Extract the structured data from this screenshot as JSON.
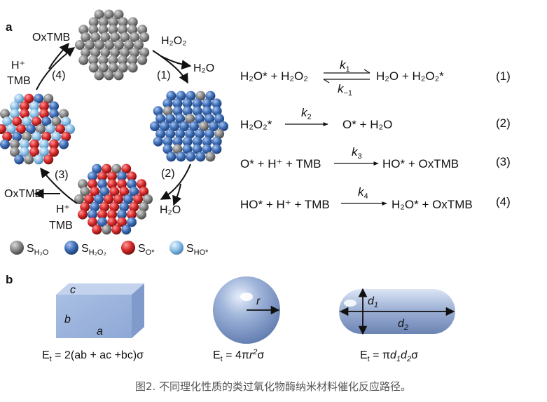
{
  "panels": {
    "a": "a",
    "b": "b"
  },
  "cycle": {
    "step1": {
      "number": "(1)",
      "reactant": "H₂O₂",
      "product": "H₂O"
    },
    "step2": {
      "number": "(2)",
      "product": "H₂O"
    },
    "step3": {
      "number": "(3)",
      "reactant_top": "H⁺",
      "reactant_bottom": "TMB",
      "product": "OxTMB"
    },
    "step4": {
      "number": "(4)",
      "reactant_top": "H⁺",
      "reactant_bottom": "TMB",
      "product": "OxTMB"
    }
  },
  "legend": [
    {
      "label": "S",
      "sub": "H₂O",
      "color": "#8a8a8a"
    },
    {
      "label": "S",
      "sub": "H₂O₂",
      "color": "#3f6fb8"
    },
    {
      "label": "S",
      "sub": "O*",
      "color": "#d92b2b"
    },
    {
      "label": "S",
      "sub": "HO*",
      "color": "#8fc3e8"
    }
  ],
  "equations": [
    {
      "left": "H₂O* + H₂O₂",
      "k_forward": "k",
      "k_forward_sub": "1",
      "k_reverse": "k",
      "k_reverse_sub": "−1",
      "right": "H₂O + H₂O₂*",
      "number": "(1)"
    },
    {
      "left": "H₂O₂*",
      "k_forward": "k",
      "k_forward_sub": "2",
      "right": "O* + H₂O",
      "number": "(2)"
    },
    {
      "left": "O* + H⁺ + TMB",
      "k_forward": "k",
      "k_forward_sub": "3",
      "right": "HO* + OxTMB",
      "number": "(3)"
    },
    {
      "left": "HO* + H⁺ + TMB",
      "k_forward": "k",
      "k_forward_sub": "4",
      "right": "H₂O* + OxTMB",
      "number": "(4)"
    }
  ],
  "shapes": {
    "box": {
      "edge_c": "c",
      "edge_b": "b",
      "edge_a": "a",
      "formula_prefix": "E",
      "formula_sub": "t",
      "formula_rest": " = 2(ab + ac +bc)σ"
    },
    "sphere": {
      "radius_label": "r",
      "formula_prefix": "E",
      "formula_sub": "t",
      "formula_mid": " = 4π",
      "formula_var": "r",
      "formula_sup": "2",
      "formula_end": "σ"
    },
    "capsule": {
      "d1_label": "d",
      "d1_sub": "1",
      "d2_label": "d",
      "d2_sub": "2",
      "formula_prefix": "E",
      "formula_sub": "t",
      "formula_mid": " = π",
      "formula_v1": "d",
      "formula_s1": "1",
      "formula_v2": "d",
      "formula_s2": "2",
      "formula_end": "σ"
    }
  },
  "caption": "图2. 不同理化性质的类过氧化物酶纳米材料催化反应路径。"
}
